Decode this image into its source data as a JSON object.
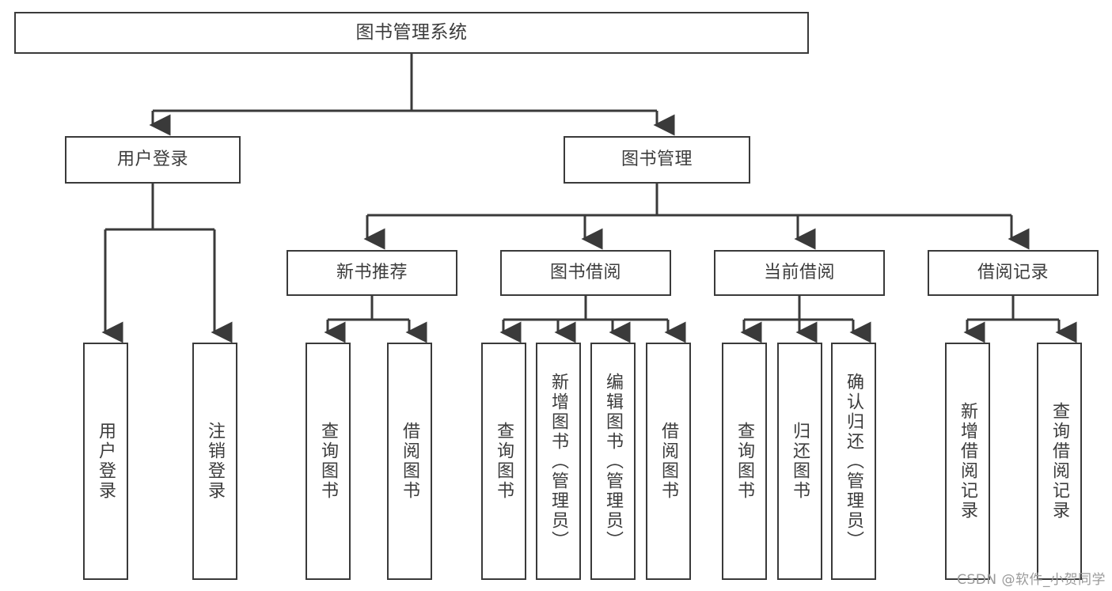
{
  "diagram": {
    "title": "图书管理系统",
    "type": "tree",
    "stroke_color": "#3a3a3a",
    "text_color": "#3c3c3c",
    "background_color": "#ffffff"
  },
  "root": {
    "label": "图书管理系统"
  },
  "level1": [
    {
      "label": "用户登录"
    },
    {
      "label": "图书管理"
    }
  ],
  "level2": [
    {
      "label": "新书推荐"
    },
    {
      "label": "图书借阅"
    },
    {
      "label": "当前借阅"
    },
    {
      "label": "借阅记录"
    }
  ],
  "leaves": {
    "user_login": [
      {
        "label": "用户登录"
      },
      {
        "label": "注销登录"
      }
    ],
    "new_book_recommend": [
      {
        "label": "查询图书"
      },
      {
        "label": "借阅图书"
      }
    ],
    "book_borrow": [
      {
        "label": "查询图书"
      },
      {
        "label": "新增图书（管理员）"
      },
      {
        "label": "编辑图书（管理员）"
      },
      {
        "label": "借阅图书"
      }
    ],
    "current_borrow": [
      {
        "label": "查询图书"
      },
      {
        "label": "归还图书"
      },
      {
        "label": "确认归还（管理员）"
      }
    ],
    "borrow_record": [
      {
        "label": "新增借阅记录"
      },
      {
        "label": "查询借阅记录"
      }
    ]
  },
  "watermark": {
    "text": "CSDN @软件_小贺同学"
  }
}
